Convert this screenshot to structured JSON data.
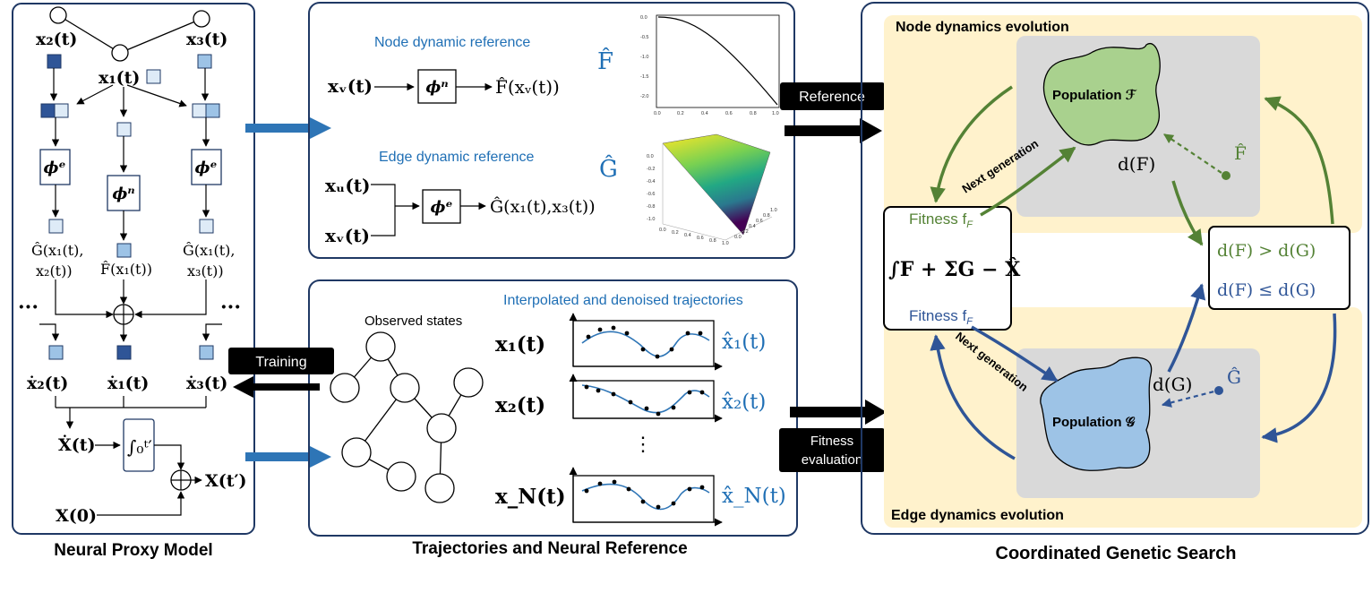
{
  "panels": {
    "left_title": "Neural Proxy Model",
    "middle_title": "Trajectories and Neural Reference",
    "right_title": "Coordinated Genetic Search"
  },
  "proxy": {
    "node_x2": "x₂(t)",
    "node_x1": "x₁(t)",
    "node_x3": "x₃(t)",
    "phi_e_left": "ϕᵉ",
    "phi_n": "ϕⁿ",
    "phi_e_right": "ϕᵉ",
    "g12_line1": "Ĝ(x₁(t),",
    "g12_line2": "x₂(t))",
    "f1": "F̂(x₁(t))",
    "g13_line1": "Ĝ(x₁(t),",
    "g13_line2": "x₃(t))",
    "dots": "···",
    "dx2": "ẋ₂(t)",
    "dx1": "ẋ₁(t)",
    "dx3": "ẋ₃(t)",
    "dX": "Ẋ(t)",
    "integral": "∫₀ᵗ′",
    "Xtp": "X(t′)",
    "X0": "X(0)"
  },
  "reference": {
    "node_title": "Node dynamic reference",
    "node_input": "xᵥ(t)",
    "node_phi": "ϕⁿ",
    "node_output": "F̂(xᵥ(t))",
    "node_symbol": "F̂",
    "edge_title": "Edge dynamic reference",
    "edge_symbol": "Ĝ",
    "edge_input_u": "xᵤ(t)",
    "edge_input_v": "xᵥ(t)",
    "edge_phi": "ϕᵉ",
    "edge_output": "Ĝ(x₁(t),x₃(t))",
    "plot2d_yticks": [
      "0.0",
      "-0.5",
      "-1.0",
      "-1.5",
      "-2.0"
    ],
    "plot2d_xticks": [
      "0.0",
      "0.2",
      "0.4",
      "0.6",
      "0.8",
      "1.0"
    ],
    "plot3d_zticks": [
      "0.0",
      "-0.2",
      "-0.4",
      "-0.6",
      "-0.8",
      "-1.0"
    ],
    "plot3d_yticks": [
      "0.0",
      "0.2",
      "0.4",
      "0.6",
      "0.8",
      "1.0"
    ],
    "plot3d_xticks": [
      "0.0",
      "0.2",
      "0.4",
      "0.6",
      "0.8",
      "1.0"
    ]
  },
  "trajectories": {
    "observed_label": "Observed states",
    "interp_label": "Interpolated and denoised trajectories",
    "x1": "x₁(t)",
    "x2": "x₂(t)",
    "xN": "x_N(t)",
    "hat_x1": "x̂₁(t)",
    "hat_x2": "x̂₂(t)",
    "hat_xN": "x̂_N(t)",
    "vdots": "⋮"
  },
  "arrows": {
    "reference": "Reference",
    "training": "Training",
    "fitness_line1": "Fitness",
    "fitness_line2": "evaluation"
  },
  "search": {
    "node_evo": "Node dynamics evolution",
    "edge_evo": "Edge dynamics evolution",
    "pop_f": "Population ℱ",
    "pop_g": "Population 𝒢",
    "next_gen_top": "Next generation",
    "next_gen_bottom": "Next generation",
    "d_F": "d(F)",
    "d_G": "d(G)",
    "F_hat": "F̂",
    "G_hat": "Ĝ",
    "fitness_top": "Fitness f",
    "fitness_top_sub": "F",
    "fitness_bottom": "Fitness f",
    "fitness_bottom_sub": "F",
    "formula": "∫F + ΣG − X̂",
    "cond_top": "d(F) > d(G)",
    "cond_bottom": "d(F) ≤ d(G)"
  },
  "colors": {
    "dark_node": "#2f5597",
    "mid_node": "#9dc3e6",
    "light_node": "#deebf7",
    "blue_text": "#1f6fb5",
    "green": "#548235",
    "blue_arrow": "#2f5597",
    "cream": "#fff2cc",
    "gray": "#d9d9d9",
    "green_fill": "#a9d18e",
    "blue_fill": "#9dc3e6"
  }
}
